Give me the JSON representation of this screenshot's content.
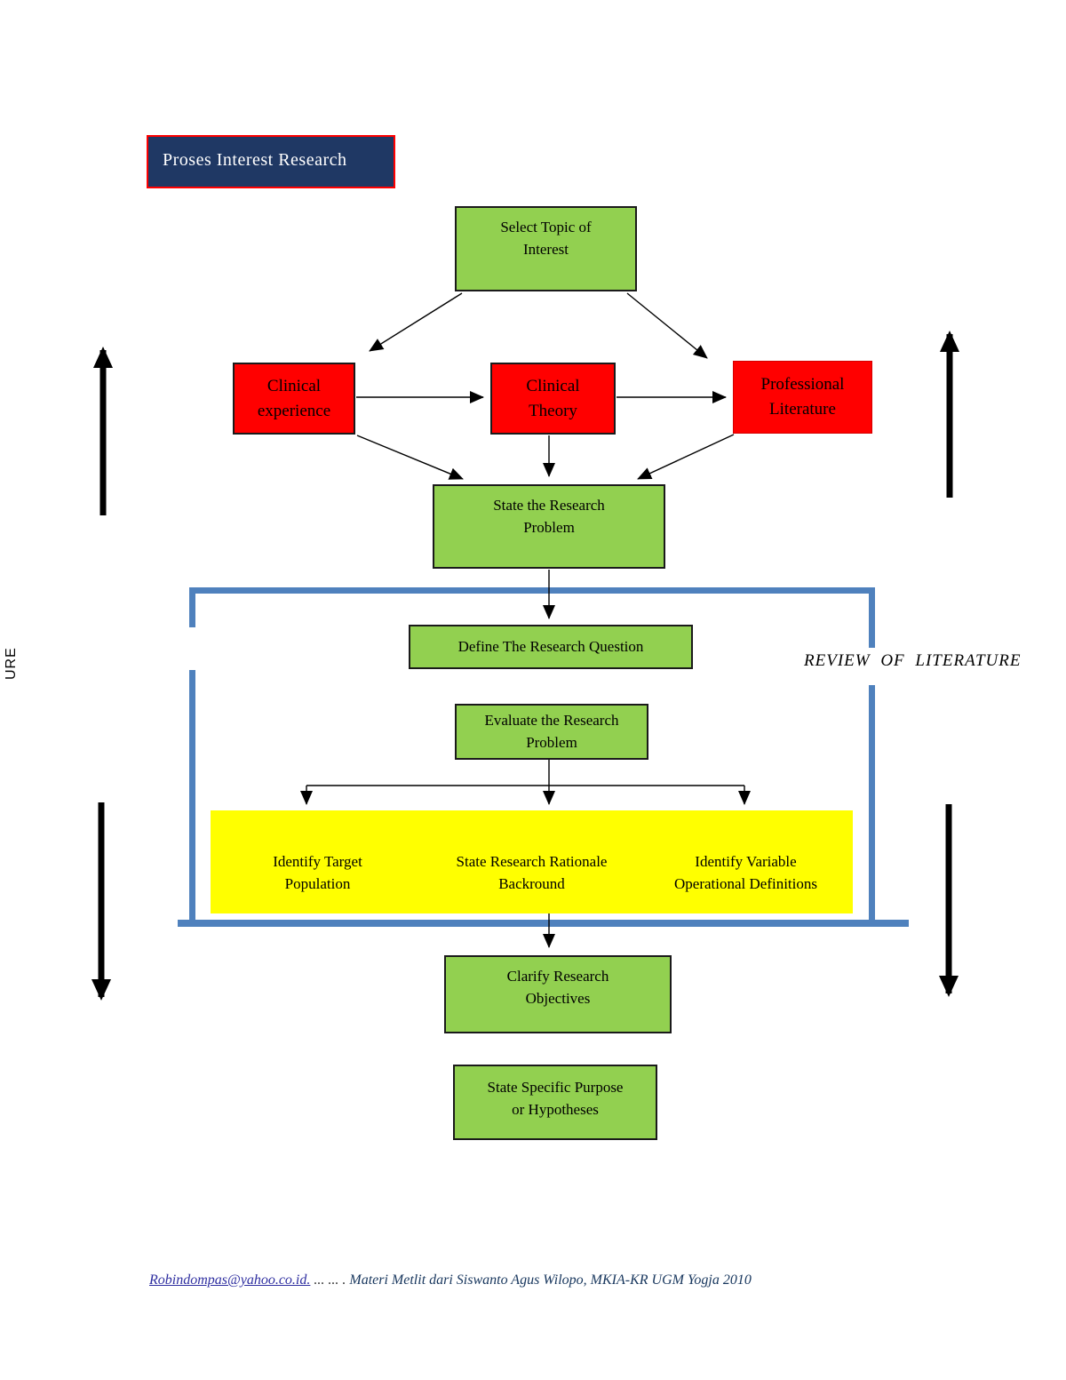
{
  "title": "Proses Interest  Research",
  "side_label": "URE",
  "review_label": "REVIEW OF LITERATURE",
  "colors": {
    "node_green": "#92D050",
    "node_red": "#FF0000",
    "highlight_yellow": "#FFFF00",
    "frame_blue": "#4F81BD",
    "title_navy": "#1F3864",
    "title_border_red": "#FF0000"
  },
  "nodes": {
    "select_topic": "Select Topic of\nInterest",
    "clinical_experience": "Clinical\nexperience",
    "clinical_theory": "Clinical\nTheory",
    "professional_literature": "Professional\nLiterature",
    "state_problem": "State the Research\nProblem",
    "define_question": "Define The Research Question",
    "evaluate_problem": "Evaluate the Research\nProblem",
    "identify_target": "Identify Target\nPopulation",
    "rationale_background": "State Research Rationale\nBackround",
    "identify_variable": "Identify Variable\nOperational Definitions",
    "clarify_objectives": "Clarify Research\nObjectives",
    "state_purpose": "State Specific Purpose\nor Hypotheses"
  },
  "footer": {
    "email": "Robindompas@yahoo.co.id.",
    "dots": " ... ... . ",
    "credit": "Materi Metlit dari Siswanto Agus Wilopo, MKIA-KR UGM Yogja 2010"
  }
}
